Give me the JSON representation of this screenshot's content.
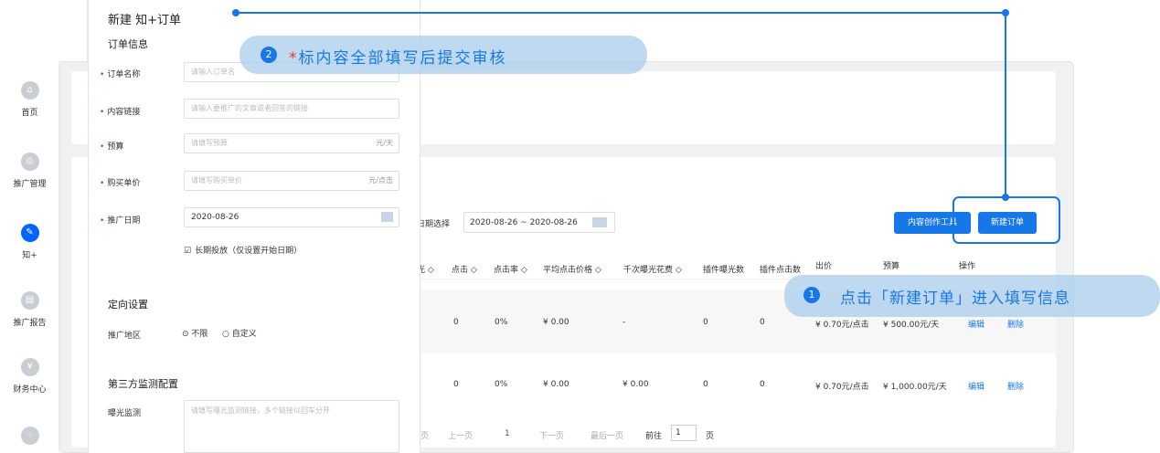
{
  "sidebar": {
    "items": [
      {
        "label": "首页",
        "icon": "home-icon",
        "glyph": "⌂",
        "active": false
      },
      {
        "label": "推广管理",
        "icon": "promotion-icon",
        "glyph": "◎",
        "active": false
      },
      {
        "label": "知+",
        "icon": "zhi-plus-icon",
        "glyph": "✎",
        "active": true
      },
      {
        "label": "推广报告",
        "icon": "report-icon",
        "glyph": "▤",
        "active": false
      },
      {
        "label": "财务中心",
        "icon": "finance-icon",
        "glyph": "¥",
        "active": false
      },
      {
        "label": "",
        "icon": "more-icon",
        "glyph": "⁘",
        "active": false
      }
    ]
  },
  "toolbar": {
    "date_label": "日期选择",
    "date_range": "2020-08-26 ~ 2020-08-26",
    "content_btn": "内容创作工具",
    "new_order_btn": "新建订单"
  },
  "table": {
    "headers": [
      "光 ◇",
      "点击 ◇",
      "点击率 ◇",
      "平均点击价格 ◇",
      "千次曝光花费 ◇",
      "插件曝光数",
      "插件点击数",
      "出价",
      "预算",
      "操作"
    ],
    "rows": [
      {
        "clicks": "0",
        "ctr": "0%",
        "avg": "¥ 0.00",
        "cpm": "-",
        "plugin_exp": "0",
        "plugin_click": "0",
        "bid": "¥ 0.70元/点击",
        "budget": "¥ 500.00元/天",
        "edit": "编辑",
        "delete": "删除"
      },
      {
        "clicks": "0",
        "ctr": "0%",
        "avg": "¥ 0.00",
        "cpm": "¥ 0.00",
        "plugin_exp": "0",
        "plugin_click": "0",
        "bid": "¥ 0.70元/点击",
        "budget": "¥ 1,000.00元/天",
        "edit": "编辑",
        "delete": "删除"
      }
    ]
  },
  "pagination": {
    "first": "页",
    "prev": "上一页",
    "current": "1",
    "next": "下一页",
    "last": "最后一页",
    "goto": "前往",
    "goto_value": "1",
    "page_unit": "页"
  },
  "form": {
    "title": "新建 知+订单",
    "section_order": "订单信息",
    "fields": {
      "name": {
        "label": "订单名称",
        "placeholder": "请输入订单名"
      },
      "link": {
        "label": "内容链接",
        "placeholder": "请输入要推广的文章或者回答的链接"
      },
      "budget": {
        "label": "预算",
        "placeholder": "请填写预算",
        "unit": "元/天"
      },
      "price": {
        "label": "购买单价",
        "placeholder": "请填写购买单价",
        "unit": "元/点击"
      },
      "date": {
        "label": "推广日期",
        "value": "2020-08-26"
      }
    },
    "long_term": "长期投放（仅设置开始日期）",
    "section_target": "定向设置",
    "region_label": "推广地区",
    "region_opt1": "不限",
    "region_opt2": "自定义",
    "section_monitor": "第三方监测配置",
    "exposure_label": "曝光监测",
    "exposure_placeholder": "请填写曝光监测链接，多个链接以回车分开"
  },
  "callouts": {
    "step1_num": "1",
    "step1_text": "点击「新建订单」进入填写信息",
    "step2_num": "2",
    "step2_star": "*",
    "step2_text": "标内容全部填写后提交审核"
  },
  "colors": {
    "accent": "#1677e8",
    "required": "#e8332a",
    "callout_bg": "#aacdeb"
  }
}
